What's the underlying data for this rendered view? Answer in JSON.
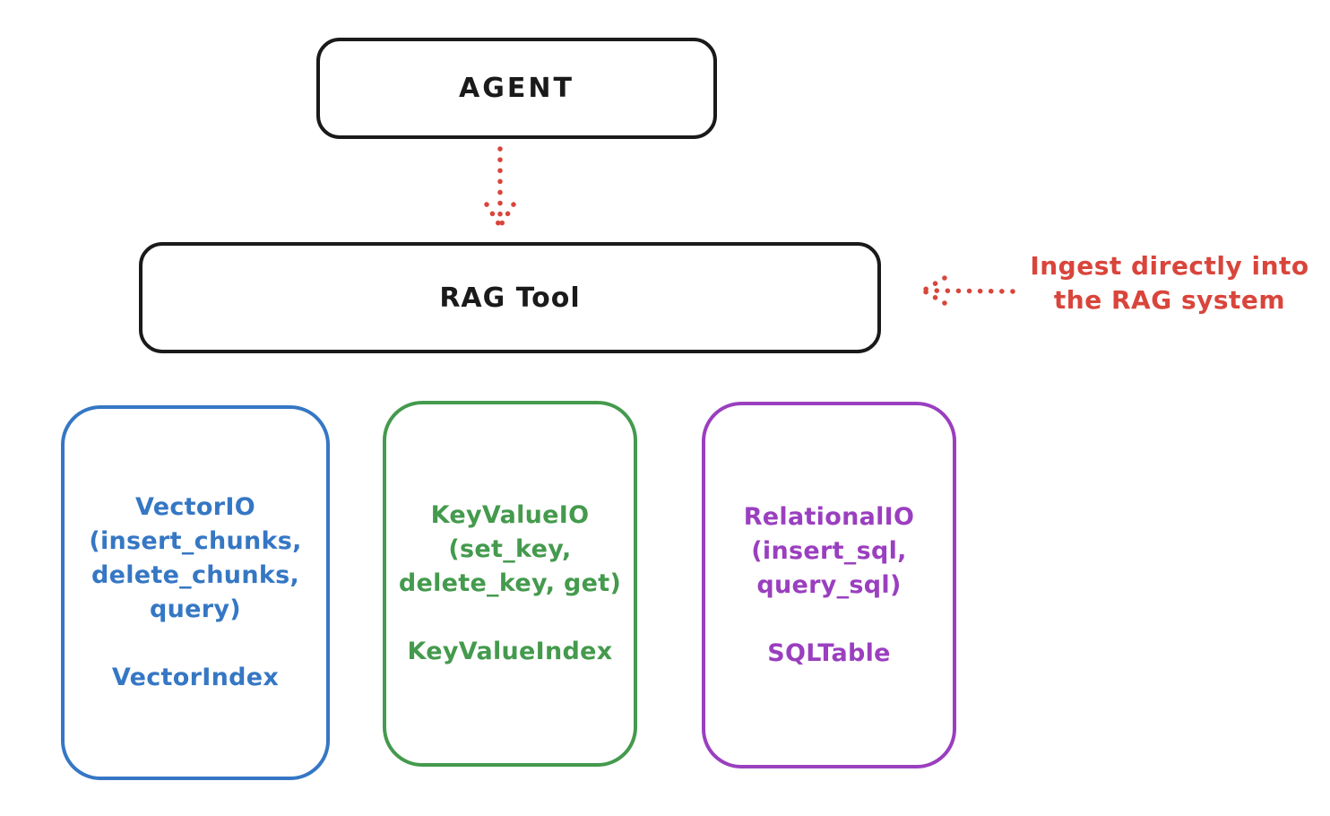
{
  "diagram": {
    "nodes": {
      "agent": {
        "label": "AGENT"
      },
      "rag_tool": {
        "label": "RAG Tool"
      },
      "vector_io": {
        "lines": [
          "VectorIO",
          "(insert_chunks,",
          "delete_chunks,",
          "query)"
        ],
        "index_label": "VectorIndex",
        "color": "#3577c4"
      },
      "key_value_io": {
        "lines": [
          "KeyValueIO",
          "(set_key,",
          "delete_key, get)"
        ],
        "index_label": "KeyValueIndex",
        "color": "#449a4d"
      },
      "relational_io": {
        "lines": [
          "RelationalIO",
          "(insert_sql,",
          "query_sql)"
        ],
        "index_label": "SQLTable",
        "color": "#9a3fbf"
      }
    },
    "annotation": {
      "line1": "Ingest directly into",
      "line2": "the RAG system",
      "color": "#d9453b"
    },
    "colors": {
      "node_stroke": "#1a1a1a",
      "arrow_red": "#d9453b",
      "background": "#ffffff"
    }
  }
}
